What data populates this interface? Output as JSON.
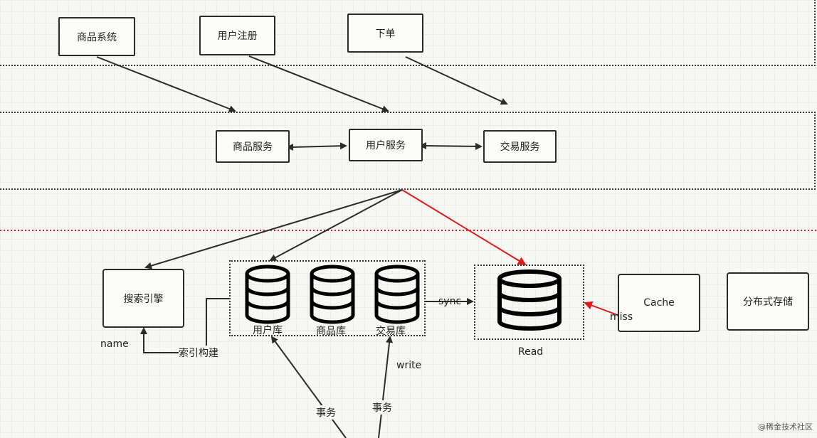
{
  "layers": {
    "top": {
      "boxes": [
        "商品系统",
        "用户注册",
        "下单"
      ]
    },
    "service": {
      "boxes": [
        "商品服务",
        "用户服务",
        "交易服务"
      ]
    },
    "data": {
      "search_engine": "搜索引擎",
      "databases": [
        "用户库",
        "商品库",
        "交易库"
      ],
      "read_db_label": "Read",
      "cache": "Cache",
      "distributed_storage": "分布式存储"
    }
  },
  "edge_labels": {
    "sync": "sync",
    "miss": "miss",
    "name": "name",
    "index_build": "索引构建",
    "write": "write",
    "tx_left": "事务",
    "tx_right": "事务"
  },
  "colors": {
    "accent_red": "#e01a1a",
    "stroke": "#2b2b2b"
  },
  "watermark": "@稀金技术社区"
}
